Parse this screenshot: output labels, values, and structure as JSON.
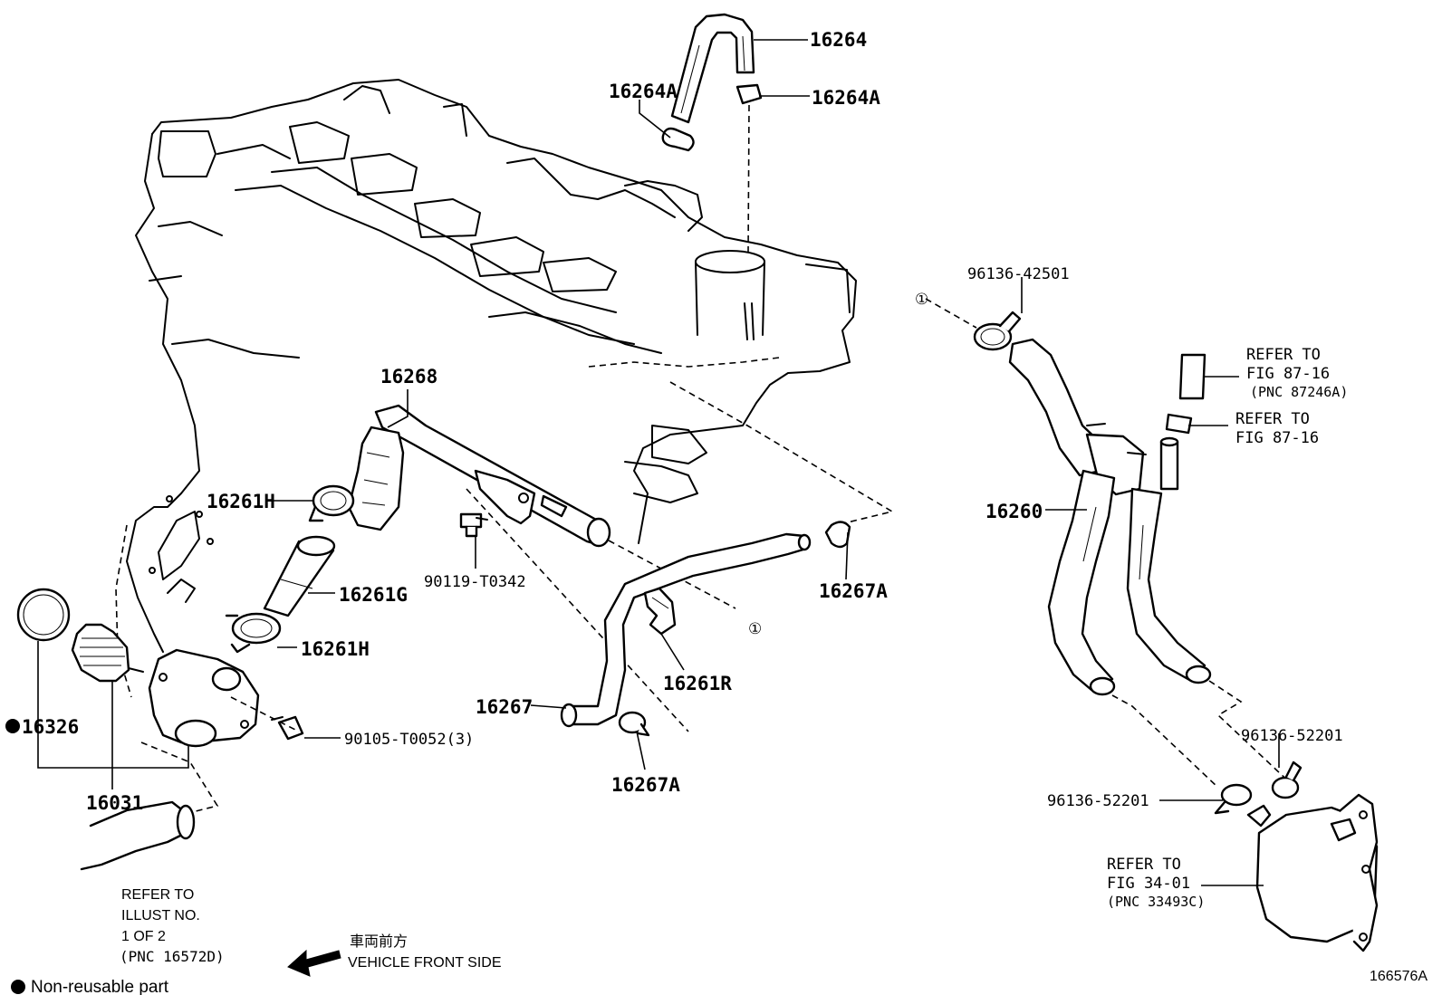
{
  "labels": {
    "p16264": "16264",
    "p16264A_left": "16264A",
    "p16264A_right": "16264A",
    "p16268": "16268",
    "p16261H_top": "16261H",
    "p16261G": "16261G",
    "p16261H_bottom": "16261H",
    "p90119": "90119-T0342",
    "p16267A_right": "16267A",
    "p16261R": "16261R",
    "p16267": "16267",
    "p16267A_bottom": "16267A",
    "p16326": "16326",
    "p16031": "16031",
    "p90105": "90105-T0052(3)",
    "p96136_42501": "96136-42501",
    "p16260": "16260",
    "p96136_52201_right": "96136-52201",
    "p96136_52201_left": "96136-52201",
    "circle_ref_1": "①",
    "circle_ref_2": "①"
  },
  "refs": {
    "fig87_a": {
      "line1": "REFER TO",
      "line2": "FIG 87-16",
      "line3": "(PNC 87246A)"
    },
    "fig87_b": {
      "line1": "REFER TO",
      "line2": "FIG 87-16"
    },
    "fig34": {
      "line1": "REFER TO",
      "line2": "FIG 34-01",
      "line3": "(PNC 33493C)"
    },
    "illust": {
      "line1": "REFER TO",
      "line2": "ILLUST NO.",
      "line3": "1 OF 2",
      "line4": "(PNC 16572D)"
    }
  },
  "front": {
    "jp": "車両前方",
    "en": "VEHICLE FRONT SIDE"
  },
  "legend": {
    "text": "Non-reusable part"
  },
  "diagram_id": "166576A"
}
